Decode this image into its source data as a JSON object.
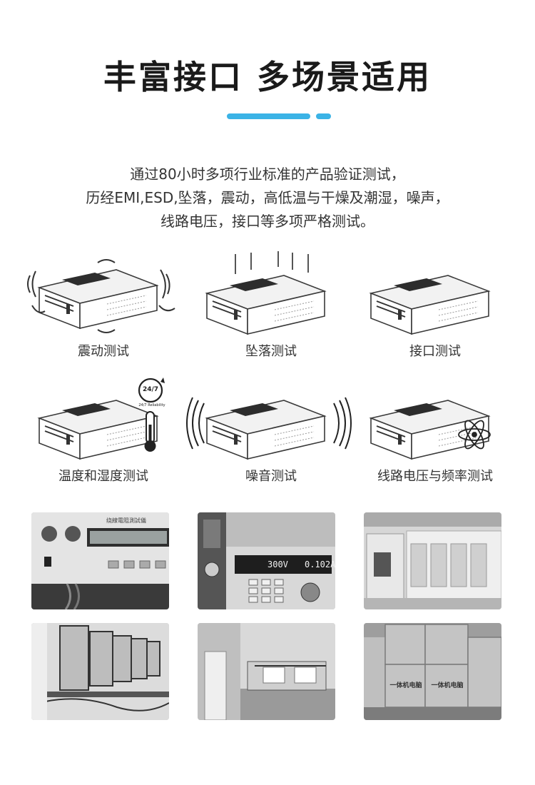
{
  "title": "丰富接口 多场景适用",
  "colors": {
    "accent": "#3bb3e6",
    "line": "#3a3a3a",
    "panel": "#f2f2f2"
  },
  "intro": {
    "lines": [
      "通过80小时多项行业标准的产品验证测试，",
      "历经EMI,ESD,坠落，震动，高低温与干燥及潮湿，噪声，",
      "线路电压，接口等多项严格测试。"
    ]
  },
  "tests": [
    {
      "label": "震动测试",
      "effect": "vibration-marks"
    },
    {
      "label": "坠落测试",
      "effect": "drop-lines"
    },
    {
      "label": "接口测试",
      "effect": "none"
    },
    {
      "label": "温度和湿度测试",
      "effect": "thermometer-icon",
      "badge": "24/7",
      "badge_caption": "24/7 Reliability"
    },
    {
      "label": "噪音测试",
      "effect": "sound-waves"
    },
    {
      "label": "线路电压与频率测试",
      "effect": "atom-icon"
    }
  ],
  "photos": [
    {
      "name": "resistance-tester-photo",
      "panel_title": "绕線電阻測試儀"
    },
    {
      "name": "power-supply-photo",
      "readout_left": "300V",
      "readout_right": "0.102A"
    },
    {
      "name": "climate-chamber-photo"
    },
    {
      "name": "burn-in-rack-photo"
    },
    {
      "name": "vibration-table-photo"
    },
    {
      "name": "packaged-boxes-photo",
      "box_label": "一体机电脑"
    }
  ]
}
